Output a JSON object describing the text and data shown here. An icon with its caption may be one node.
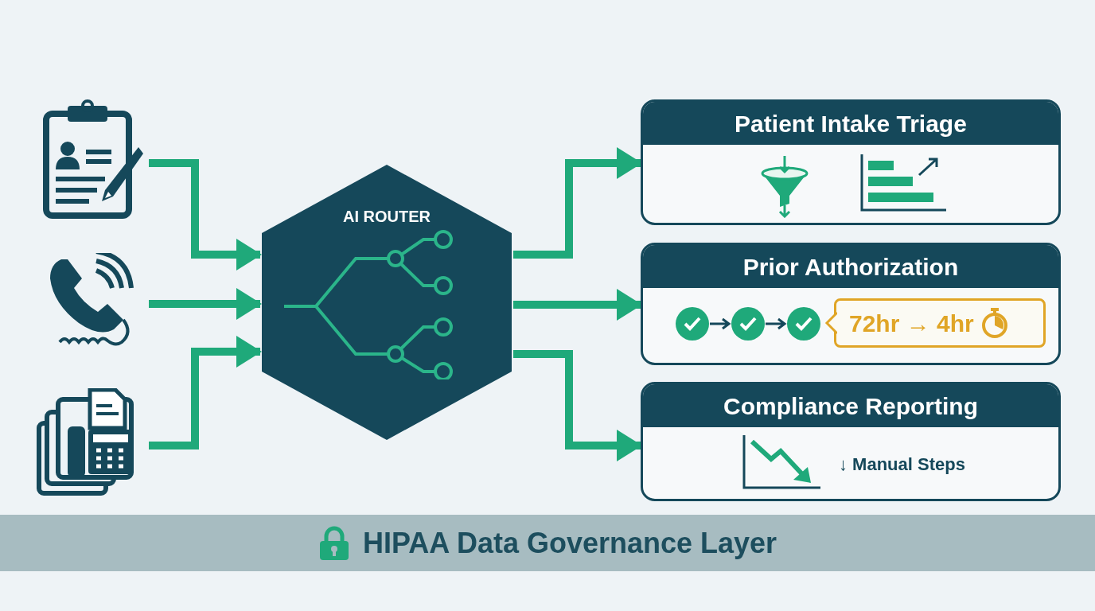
{
  "diagram": {
    "nodes": [
      {
        "text": [],
        "shape": "picture"
      },
      {
        "text": [],
        "shape": "picture"
      },
      {
        "text": [],
        "shape": "picture"
      },
      {
        "text": [
          "AI ROUTER"
        ]
      },
      {
        "text": [
          "Patient Intake Triage"
        ]
      },
      {
        "text": [
          "Prior Authorization"
        ]
      },
      {
        "text": [
          "Compliance Reporting",
          "↓ Manual Steps"
        ]
      },
      {
        "text": [
          "72hr → 4hr"
        ],
        "in": 5
      },
      {
        "text": [
          "HIPAA Data Governance Layer"
        ]
      }
    ],
    "edges": [
      {
        "from": 0,
        "to": 3,
        "arrow": "to"
      },
      {
        "from": 1,
        "to": 3,
        "arrow": "to"
      },
      {
        "from": 2,
        "to": 3,
        "arrow": "to"
      },
      {
        "from": 3,
        "to": 4,
        "arrow": "to"
      },
      {
        "from": 3,
        "to": 5,
        "arrow": "to"
      },
      {
        "from": 3,
        "to": 6,
        "arrow": "to"
      }
    ]
  }
}
